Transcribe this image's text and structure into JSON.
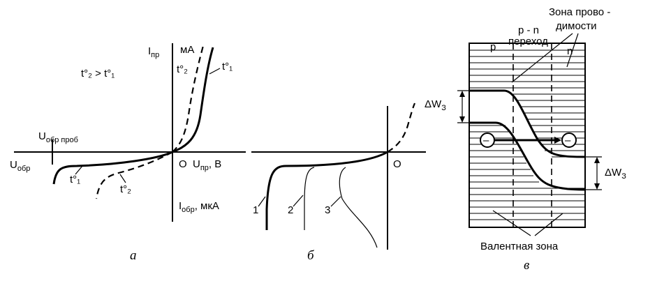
{
  "panel_a": {
    "caption": "а",
    "condition": "t°₂ > t°₁",
    "y_pos_label": "I",
    "y_pos_sub": "пр",
    "y_pos_unit": "мА",
    "x_pos_label": "U",
    "x_pos_sub": "пр",
    "x_pos_unit": ", В",
    "x_neg_label": "U",
    "x_neg_sub": "обр",
    "breakdown_label": "U",
    "breakdown_sub": "обр проб",
    "y_neg_label": "I",
    "y_neg_sub": "обр",
    "y_neg_unit": ", мкА",
    "origin": "O",
    "curve_t1_top": "t°₁",
    "curve_t2_top": "t°₂",
    "curve_t1_bottom": "t°₁",
    "curve_t2_bottom": "t°₂"
  },
  "panel_b": {
    "caption": "б",
    "origin": "O",
    "curves": [
      "1",
      "2",
      "3"
    ]
  },
  "panel_v": {
    "caption": "в",
    "conduction_zone_line1": "Зона прово -",
    "conduction_zone_line2": "димости",
    "junction_line1": "р - n",
    "junction_line2": "переход",
    "p_region": "р",
    "n_region": "n",
    "delta_w_left": "ΔW",
    "delta_w_right": "ΔW",
    "delta_w_sub": "З",
    "valence_zone": "Валентная зона",
    "carrier_symbol": "–"
  }
}
